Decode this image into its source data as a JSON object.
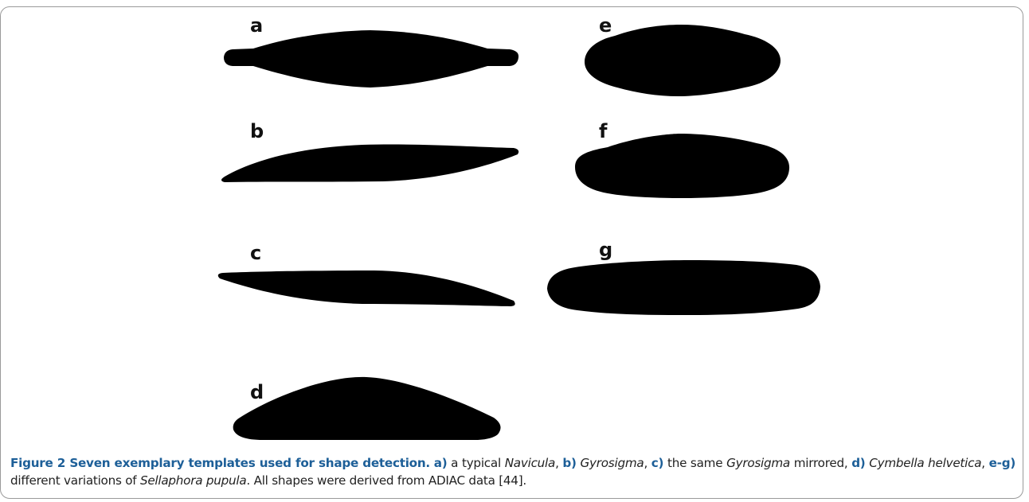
{
  "figure": {
    "panels": [
      {
        "id": "a",
        "label": "a"
      },
      {
        "id": "b",
        "label": "b"
      },
      {
        "id": "c",
        "label": "c"
      },
      {
        "id": "d",
        "label": "d"
      },
      {
        "id": "e",
        "label": "e"
      },
      {
        "id": "f",
        "label": "f"
      },
      {
        "id": "g",
        "label": "g"
      }
    ],
    "shape_color": "#000000",
    "label_color": "#111111"
  },
  "caption": {
    "title": "Figure 2 Seven exemplary templates used for shape detection.",
    "a_label": "a)",
    "a_text_pre": " a typical ",
    "a_species": "Navicula",
    "sep1": ", ",
    "b_label": "b)",
    "b_species": "Gyrosigma",
    "sep2": ", ",
    "c_label": "c)",
    "c_text_pre": " the same ",
    "c_species": "Gyrosigma",
    "c_text_post": " mirrored,",
    "d_label": "d)",
    "d_species": "Cymbella helvetica",
    "sep3": ", ",
    "eg_label": "e-g)",
    "eg_text_pre": " different variations of ",
    "eg_species": "Sellaphora pupula",
    "tail": ". All shapes were derived from ADIAC data [44].",
    "accent_color": "#1d5f98"
  }
}
